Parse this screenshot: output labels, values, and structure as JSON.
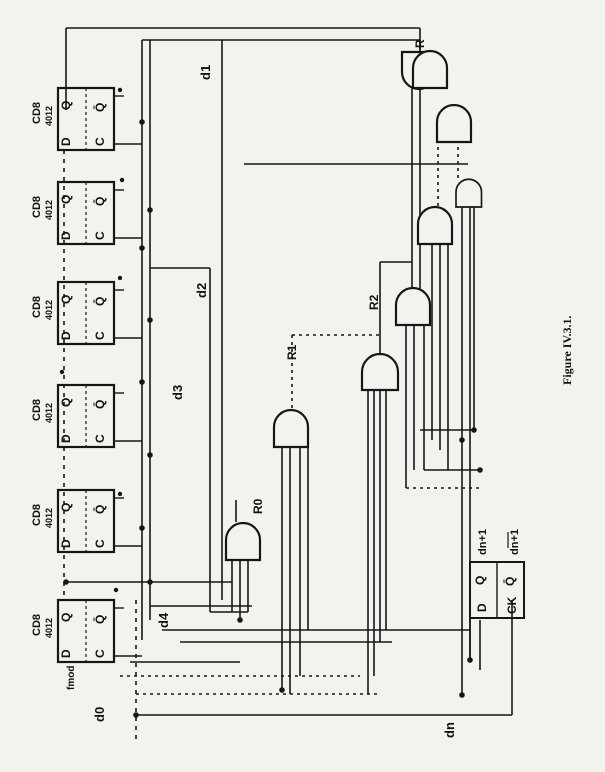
{
  "figure": {
    "caption": "Figure IV.3.1.",
    "colors": {
      "ink": "#161616",
      "paper": "#f2f2ef"
    }
  },
  "flipflops": [
    {
      "chip": "CD8",
      "part": "4012",
      "pins": [
        "Q",
        "Q̄",
        "D",
        "C"
      ]
    },
    {
      "chip": "CD8",
      "part": "4012",
      "pins": [
        "Q",
        "Q̄",
        "D",
        "C"
      ]
    },
    {
      "chip": "CD8",
      "part": "4012",
      "pins": [
        "Q",
        "Q̄",
        "D",
        "C"
      ]
    },
    {
      "chip": "CD8",
      "part": "4012",
      "pins": [
        "Q",
        "Q̄",
        "D",
        "C"
      ]
    },
    {
      "chip": "CD8",
      "part": "4012",
      "pins": [
        "Q",
        "Q̄",
        "D",
        "C"
      ]
    },
    {
      "chip": "CD8",
      "part": "4012",
      "pins": [
        "Q",
        "Q̄",
        "D",
        "C"
      ]
    }
  ],
  "output_ff": {
    "pins": [
      "Q",
      "Q̄",
      "D",
      "CK"
    ],
    "outputs": [
      "dn+1",
      "dn+1"
    ]
  },
  "gate_labels": [
    "R",
    "R2",
    "R1",
    "R0"
  ],
  "signal_labels": [
    "d1",
    "d2",
    "d3",
    "d4",
    "d0",
    "fmod",
    "dn"
  ]
}
